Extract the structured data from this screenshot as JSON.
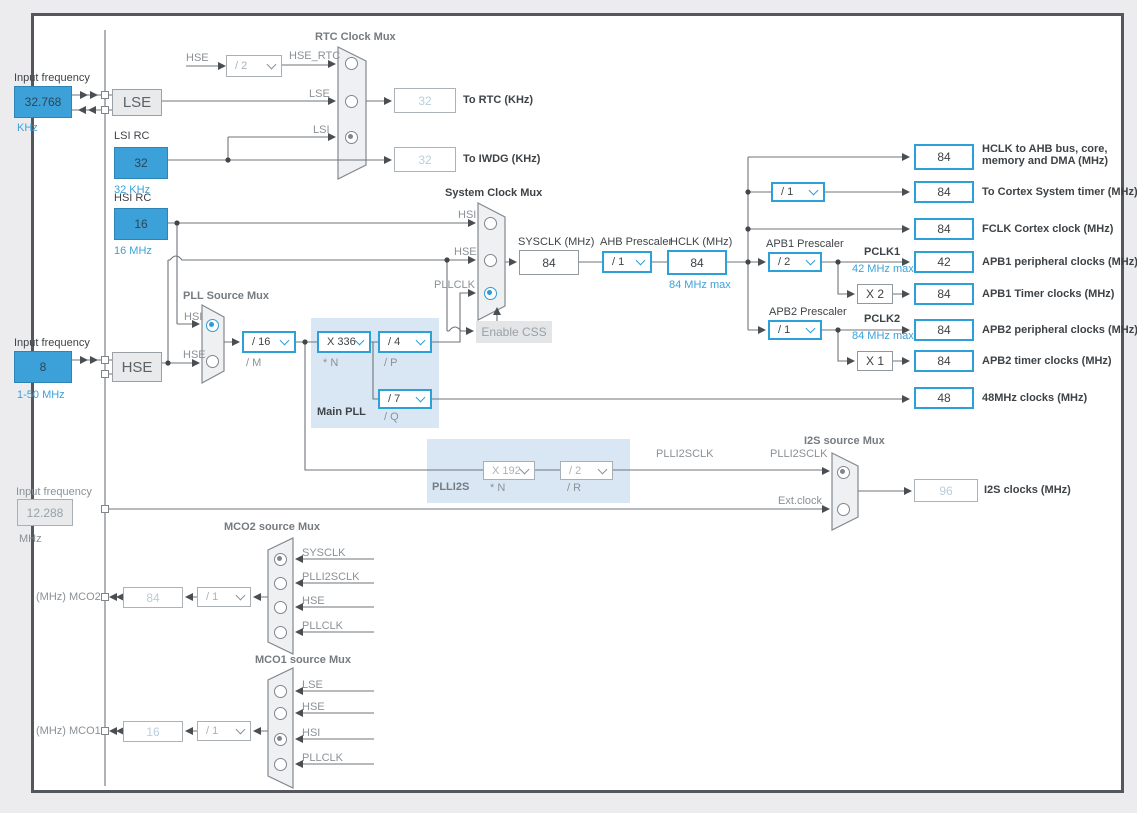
{
  "colors": {
    "accent_blue": "#2da0d8",
    "panel_blue": "#d9e7f5",
    "source_fill": "#3ba1d8",
    "disabled_value": "#b9cedd"
  },
  "lse_section": {
    "input_label": "Input frequency",
    "input_value": "32.768",
    "unit": "KHz",
    "osc_label": "LSE"
  },
  "lsi_section": {
    "title": "LSI RC",
    "value": "32",
    "note": "32 KHz"
  },
  "hsi_section": {
    "title": "HSI RC",
    "value": "16",
    "note": "16 MHz"
  },
  "hse_section": {
    "input_label": "Input frequency",
    "input_value": "8",
    "note": "1-50 MHz",
    "osc_label": "HSE"
  },
  "i2s_input": {
    "label": "Input frequency",
    "value": "12.288",
    "unit": "MHz"
  },
  "rtc_mux": {
    "title": "RTC Clock Mux",
    "hse_stub_label": "HSE",
    "divider": "/ 2",
    "hse_rtc_label": "HSE_RTC",
    "lse_label": "LSE",
    "lsi_label": "LSI",
    "to_rtc": {
      "value": "32",
      "label": "To RTC (KHz)"
    },
    "to_iwdg": {
      "value": "32",
      "label": "To IWDG (KHz)"
    }
  },
  "pll_source_mux": {
    "title": "PLL Source Mux",
    "hsi_label": "HSI",
    "hse_label": "HSE"
  },
  "main_pll": {
    "title": "Main PLL",
    "m": {
      "value": "/ 16",
      "label": "/ M"
    },
    "n": {
      "value": "X 336",
      "label": "* N"
    },
    "p": {
      "value": "/ 4",
      "label": "/ P"
    },
    "q": {
      "value": "/ 7",
      "label": "/ Q"
    }
  },
  "system_clock_mux": {
    "title": "System Clock Mux",
    "hsi_label": "HSI",
    "hse_label": "HSE",
    "pllclk_label": "PLLCLK",
    "css_button": "Enable CSS"
  },
  "sysclk": {
    "label": "SYSCLK (MHz)",
    "value": "84"
  },
  "ahb": {
    "prescaler_label": "AHB Prescaler",
    "prescaler": "/ 1",
    "hclk_label": "HCLK (MHz)",
    "hclk_value": "84",
    "hclk_note": "84 MHz max"
  },
  "cortex": {
    "divider": "/ 1"
  },
  "apb1": {
    "prescaler_label": "APB1 Prescaler",
    "prescaler": "/ 2",
    "pclk_label": "PCLK1",
    "pclk_note": "42 MHz max",
    "multiplier": "X 2"
  },
  "apb2": {
    "prescaler_label": "APB2 Prescaler",
    "prescaler": "/ 1",
    "pclk_label": "PCLK2",
    "pclk_note": "84 MHz max",
    "multiplier": "X 1"
  },
  "outputs": [
    {
      "value": "84",
      "label": "HCLK to AHB bus, core, memory and DMA (MHz)"
    },
    {
      "value": "84",
      "label": "To Cortex System timer (MHz)"
    },
    {
      "value": "84",
      "label": "FCLK Cortex clock (MHz)"
    },
    {
      "value": "42",
      "label": "APB1 peripheral clocks (MHz)"
    },
    {
      "value": "84",
      "label": "APB1 Timer clocks (MHz)"
    },
    {
      "value": "84",
      "label": "APB2 peripheral clocks (MHz)"
    },
    {
      "value": "84",
      "label": "APB2 timer clocks (MHz)"
    },
    {
      "value": "48",
      "label": "48MHz clocks (MHz)"
    }
  ],
  "plli2s": {
    "title": "PLLI2S",
    "n": {
      "value": "X 192",
      "label": "* N"
    },
    "r": {
      "value": "/ 2",
      "label": "/ R"
    },
    "out_label": "PLLI2SCLK"
  },
  "i2s_mux": {
    "title": "I2S source Mux",
    "plli2sclk_label": "PLLI2SCLK",
    "ext_label": "Ext.clock",
    "out": {
      "value": "96",
      "label": "I2S clocks (MHz)"
    }
  },
  "mco2": {
    "title": "MCO2 source Mux",
    "inputs": [
      "SYSCLK",
      "PLLI2SCLK",
      "HSE",
      "PLLCLK"
    ],
    "divider": "/ 1",
    "value": "84",
    "pin_label": "(MHz) MCO2"
  },
  "mco1": {
    "title": "MCO1 source Mux",
    "inputs": [
      "LSE",
      "HSE",
      "HSI",
      "PLLCLK"
    ],
    "divider": "/ 1",
    "value": "16",
    "pin_label": "(MHz) MCO1"
  }
}
